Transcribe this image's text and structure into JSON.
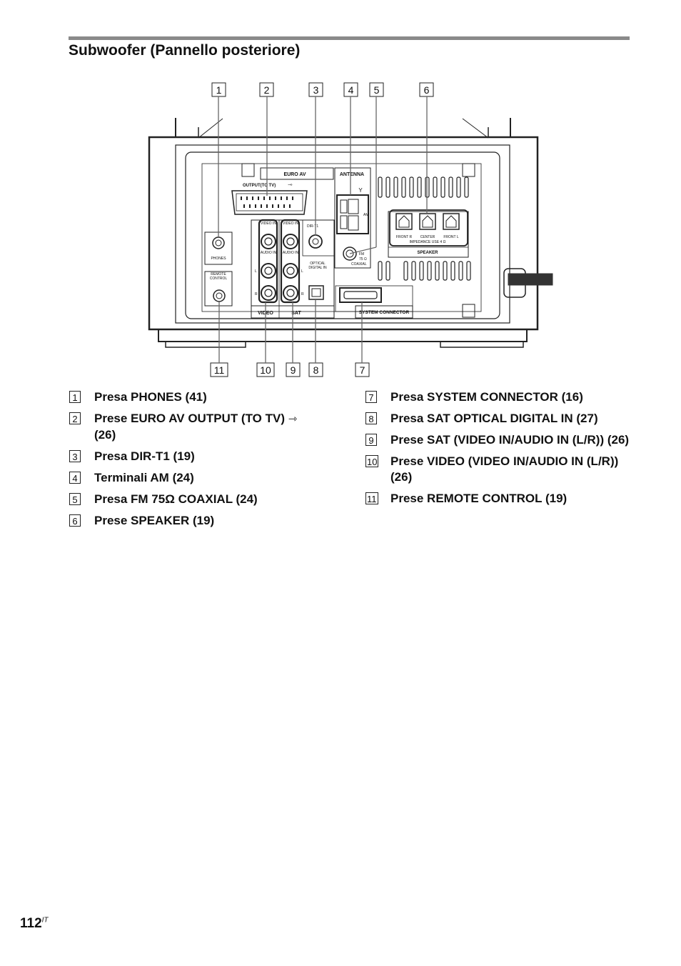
{
  "page": {
    "title": "Subwoofer (Pannello posteriore)",
    "number": "112",
    "number_suffix": "IT"
  },
  "figure": {
    "callouts_top": [
      "1",
      "2",
      "3",
      "4",
      "5",
      "6"
    ],
    "callouts_bottom": [
      "11",
      "10",
      "9",
      "8",
      "7"
    ],
    "labels": {
      "euro_av": "EURO AV",
      "antenna": "ANTENNA",
      "output_to_tv": "OUTPUT(TO TV)",
      "phones": "PHONES",
      "remote_control": "REMOTE CONTROL",
      "video_in_1": "VIDEO IN",
      "audio_in_1": "AUDIO IN",
      "video_in_2": "VIDEO IN",
      "audio_in_2": "AUDIO IN",
      "dir_t1": "DIR-T1",
      "optical_digital_in": "OPTICAL DIGITAL IN",
      "am": "AM",
      "fm": "FM",
      "fm_75": "75 Ω",
      "coaxial": "COAXIAL",
      "front_r": "FRONT R",
      "center": "CENTER",
      "front_l": "FRONT L",
      "impedance": "IMPEDANCE USE 4 Ω",
      "speaker": "SPEAKER",
      "l1": "L",
      "r1": "R",
      "l2": "L",
      "r2": "R",
      "video": "VIDEO",
      "sat": "SAT",
      "system_connector": "SYSTEM CONNECTOR"
    }
  },
  "legend_left": [
    {
      "num": "1",
      "text": "Presa PHONES (41)"
    },
    {
      "num": "2",
      "text": "Prese EURO AV OUTPUT (TO TV)",
      "symbol": "⇾",
      "text2": "(26)"
    },
    {
      "num": "3",
      "text": "Presa DIR-T1 (19)"
    },
    {
      "num": "4",
      "text": "Terminali AM (24)"
    },
    {
      "num": "5",
      "text": "Presa FM 75Ω COAXIAL (24)"
    },
    {
      "num": "6",
      "text": "Prese SPEAKER (19)"
    }
  ],
  "legend_right": [
    {
      "num": "7",
      "text": "Presa SYSTEM CONNECTOR  (16)"
    },
    {
      "num": "8",
      "text": "Presa SAT OPTICAL DIGITAL IN  (27)"
    },
    {
      "num": "9",
      "text": "Prese SAT (VIDEO IN/AUDIO IN (L/R)) (26)"
    },
    {
      "num": "10",
      "text": "Prese VIDEO (VIDEO IN/AUDIO IN (L/R)) (26)"
    },
    {
      "num": "11",
      "text": "Prese REMOTE CONTROL (19)"
    }
  ]
}
